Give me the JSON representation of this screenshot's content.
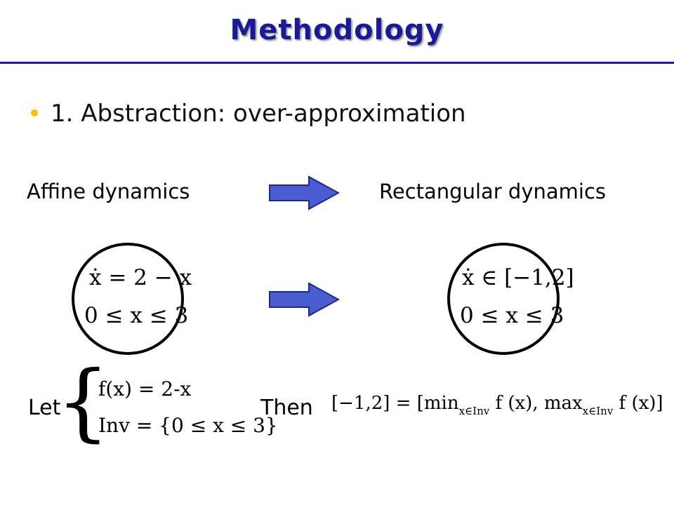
{
  "slide": {
    "title": "Methodology",
    "bullet": "1. Abstraction: over-approximation",
    "left_label": "Affine dynamics",
    "right_label": "Rectangular dynamics"
  },
  "left_mode": {
    "flow": "ẋ = 2 − x",
    "invariant": "0 ≤ x ≤ 3"
  },
  "right_mode": {
    "flow": "ẋ ∈ [−1,2]",
    "invariant": "0 ≤ x ≤ 3"
  },
  "let_block": {
    "let_label": "Let",
    "brace": "{",
    "f_def": "f(x)  =  2-x",
    "inv_def": "Inv = {0 ≤ x ≤ 3}"
  },
  "then_block": {
    "then_label": "Then",
    "lhs": "[−1,2] = [min",
    "min_sub": "x∈Inv",
    "mid": " f (x), max",
    "max_sub": "x∈Inv",
    "rhs": " f (x)]"
  },
  "colors": {
    "title": "#1a1a99",
    "bullet": "#f2c200",
    "arrow_fill": "#4a5ccf",
    "arrow_stroke": "#1a2a88"
  },
  "icons": {
    "arrow": "right-arrow-icon",
    "bullet": "bullet-dot-icon"
  }
}
